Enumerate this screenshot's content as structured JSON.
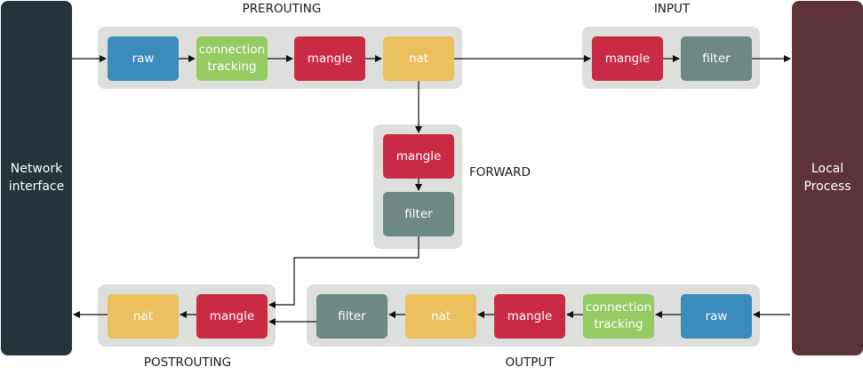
{
  "endpoints": {
    "network_interface": "Network\ninterface",
    "local_process": "Local\nProcess"
  },
  "chains": {
    "prerouting": {
      "label": "PREROUTING",
      "tables": [
        "raw",
        "connection\ntracking",
        "mangle",
        "nat"
      ]
    },
    "input": {
      "label": "INPUT",
      "tables": [
        "mangle",
        "filter"
      ]
    },
    "forward": {
      "label": "FORWARD",
      "tables": [
        "mangle",
        "filter"
      ]
    },
    "output": {
      "label": "OUTPUT",
      "tables": [
        "filter",
        "nat",
        "mangle",
        "connection\ntracking",
        "raw"
      ]
    },
    "postrouting": {
      "label": "POSTROUTING",
      "tables": [
        "nat",
        "mangle"
      ]
    }
  },
  "colors": {
    "raw": "#3b8bbd",
    "connection_tracking": "#96ca63",
    "mangle": "#c92b45",
    "nat": "#ecbf5e",
    "filter": "#6e8883",
    "network_interface": "#25333b",
    "local_process": "#5e3337",
    "chain_group": "#dddfdc"
  }
}
